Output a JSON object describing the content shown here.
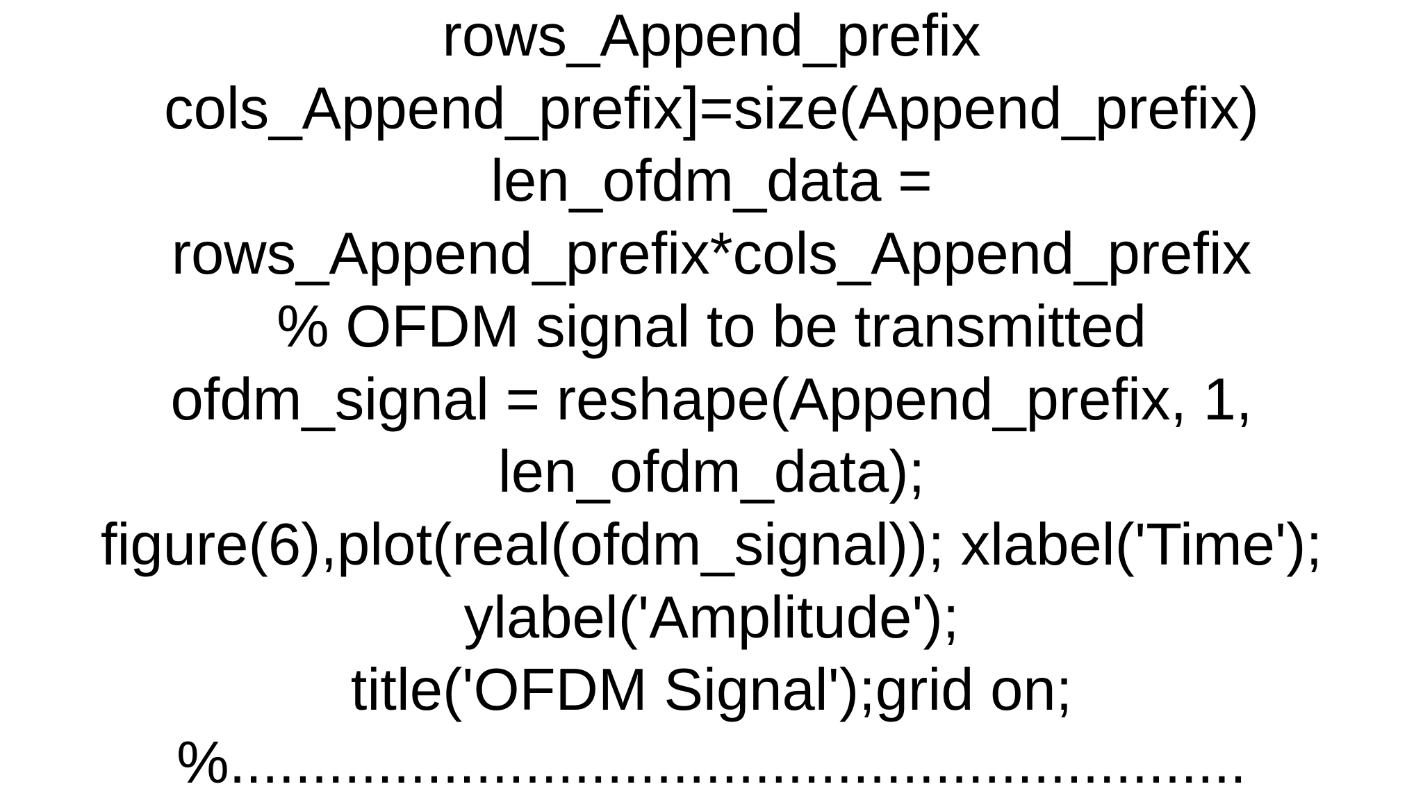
{
  "page": {
    "background_color": "#ffffff",
    "text_color": "#000000"
  },
  "code": {
    "language": "matlab",
    "lines": [
      "rows_Append_prefix",
      "cols_Append_prefix]=size(Append_prefix)",
      "len_ofdm_data =",
      "rows_Append_prefix*cols_Append_prefix",
      "% OFDM signal to be transmitted",
      "ofdm_signal = reshape(Append_prefix, 1,",
      "len_ofdm_data);",
      "figure(6),plot(real(ofdm_signal)); xlabel('Time');",
      "ylabel('Amplitude');",
      "title('OFDM Signal');grid on;",
      "%.............................................................."
    ]
  }
}
